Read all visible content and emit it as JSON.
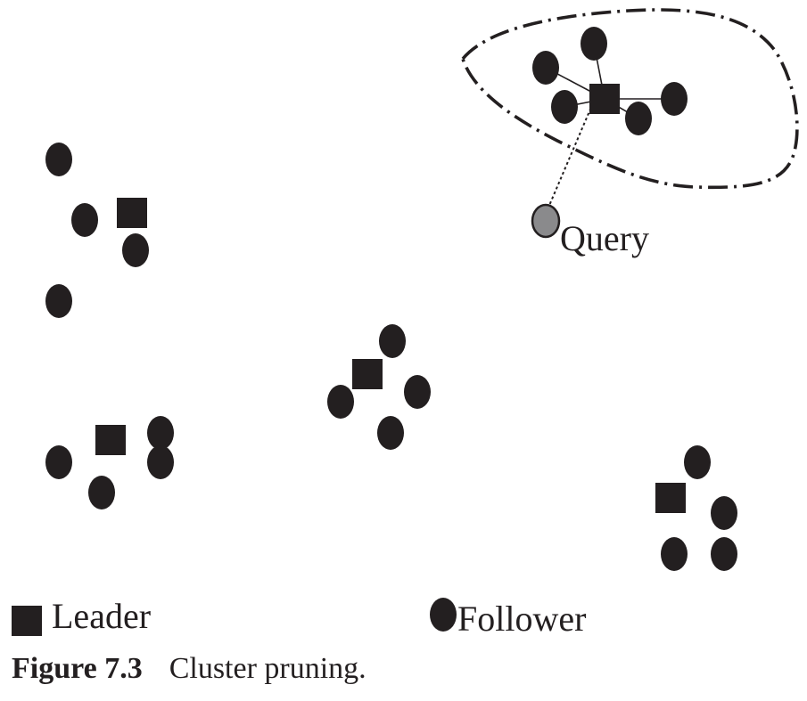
{
  "diagram": {
    "query_label": "Query",
    "legend": {
      "leader_label": "Leader",
      "follower_label": "Follower"
    }
  },
  "caption": {
    "figure_number": "Figure 7.3",
    "text": "Cluster pruning."
  },
  "colors": {
    "ink": "#231f20",
    "query_fill": "#8a8a8c",
    "background": "#ffffff"
  }
}
